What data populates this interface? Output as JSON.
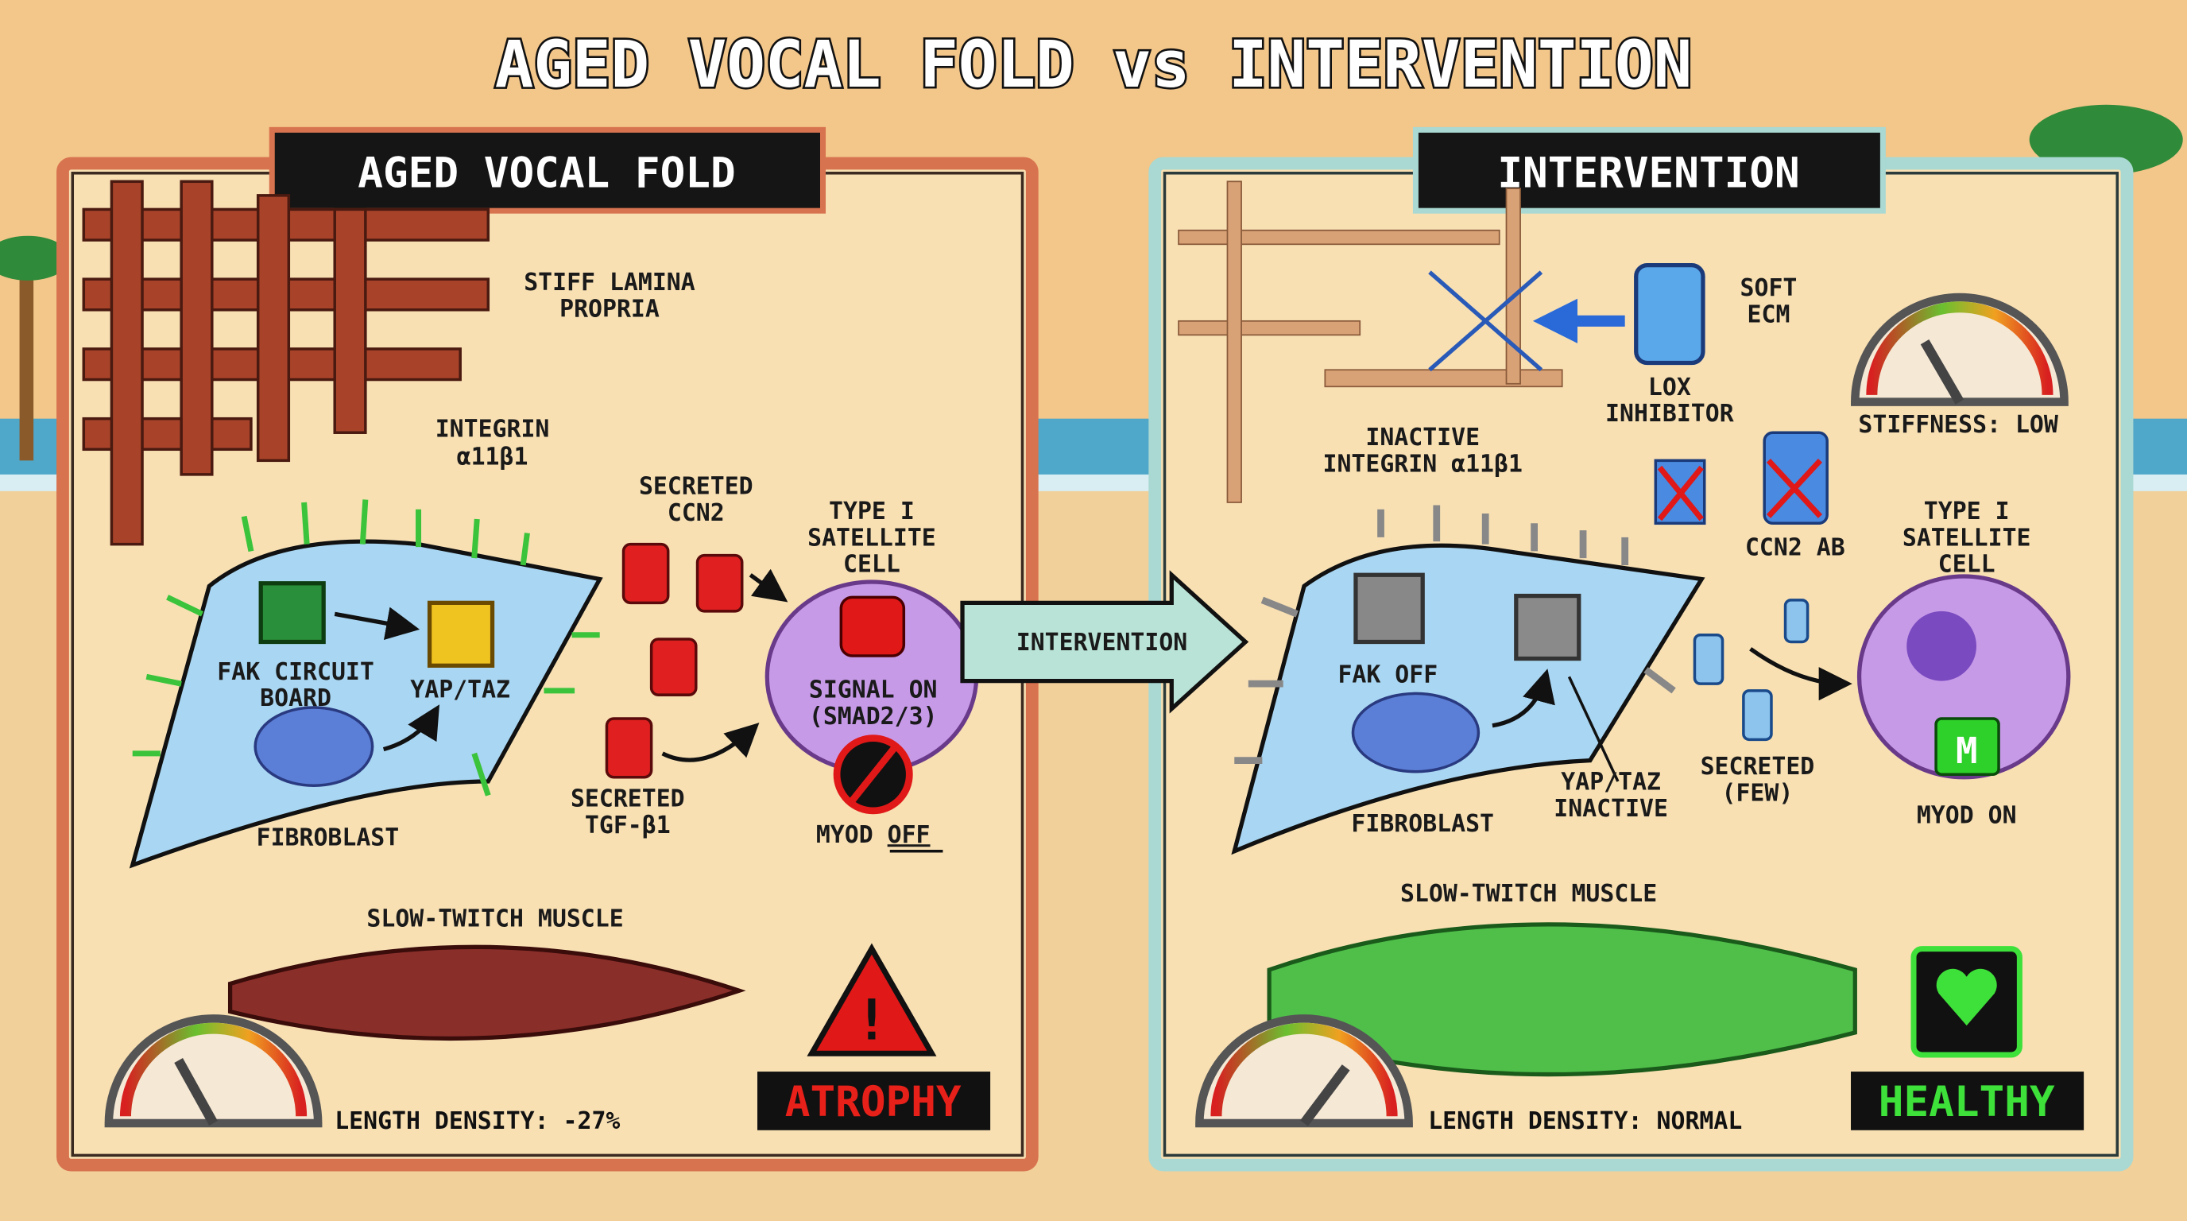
{
  "title": "AGED VOCAL FOLD vs INTERVENTION",
  "left_panel": {
    "header": "AGED VOCAL FOLD",
    "stiff_lamina": [
      "STIFF LAMINA",
      "PROPRIA"
    ],
    "integrin": [
      "INTEGRIN",
      "α11β1"
    ],
    "fak": [
      "FAK CIRCUIT",
      "BOARD"
    ],
    "yap_taz": "YAP/TAZ",
    "fibroblast": "FIBROBLAST",
    "secreted_ccn2": [
      "SECRETED",
      "CCN2"
    ],
    "secreted_tgf": [
      "SECRETED",
      "TGF-β1"
    ],
    "satellite_cell": [
      "TYPE I",
      "SATELLITE",
      "CELL"
    ],
    "signal": [
      "SIGNAL ON",
      "(SMAD2/3)"
    ],
    "myod_prefix": "MYOD ",
    "myod_state": "OFF",
    "muscle": "SLOW-TWITCH MUSCLE",
    "length_density": "LENGTH DENSITY: -27%",
    "status": "ATROPHY",
    "gauge_level": "high"
  },
  "arrow_label": "INTERVENTION",
  "right_panel": {
    "header": "INTERVENTION",
    "soft_ecm": [
      "SOFT",
      "ECM"
    ],
    "lox": [
      "LOX",
      "INHIBITOR"
    ],
    "stiffness": "STIFFNESS: LOW",
    "inactive_integrin": [
      "INACTIVE",
      "INTEGRIN α11β1"
    ],
    "ccn2_ab": "CCN2 AB",
    "fak_off": "FAK OFF",
    "yap_taz": [
      "YAP/TAZ",
      "INACTIVE"
    ],
    "fibroblast": "FIBROBLAST",
    "secreted": [
      "SECRETED",
      "(FEW)"
    ],
    "satellite_cell": [
      "TYPE I",
      "SATELLITE",
      "CELL"
    ],
    "myod": "MYOD ON",
    "muscle": "SLOW-TWITCH MUSCLE",
    "length_density": "LENGTH DENSITY: NORMAL",
    "status": "HEALTHY",
    "gauge_level": "low"
  },
  "colors": {
    "aged_border": "#d8734f",
    "intervention_border": "#a9d9d2",
    "panel_fill": "#f8e0b3",
    "atrophy": "#e8201a",
    "healthy": "#3ee03a"
  }
}
